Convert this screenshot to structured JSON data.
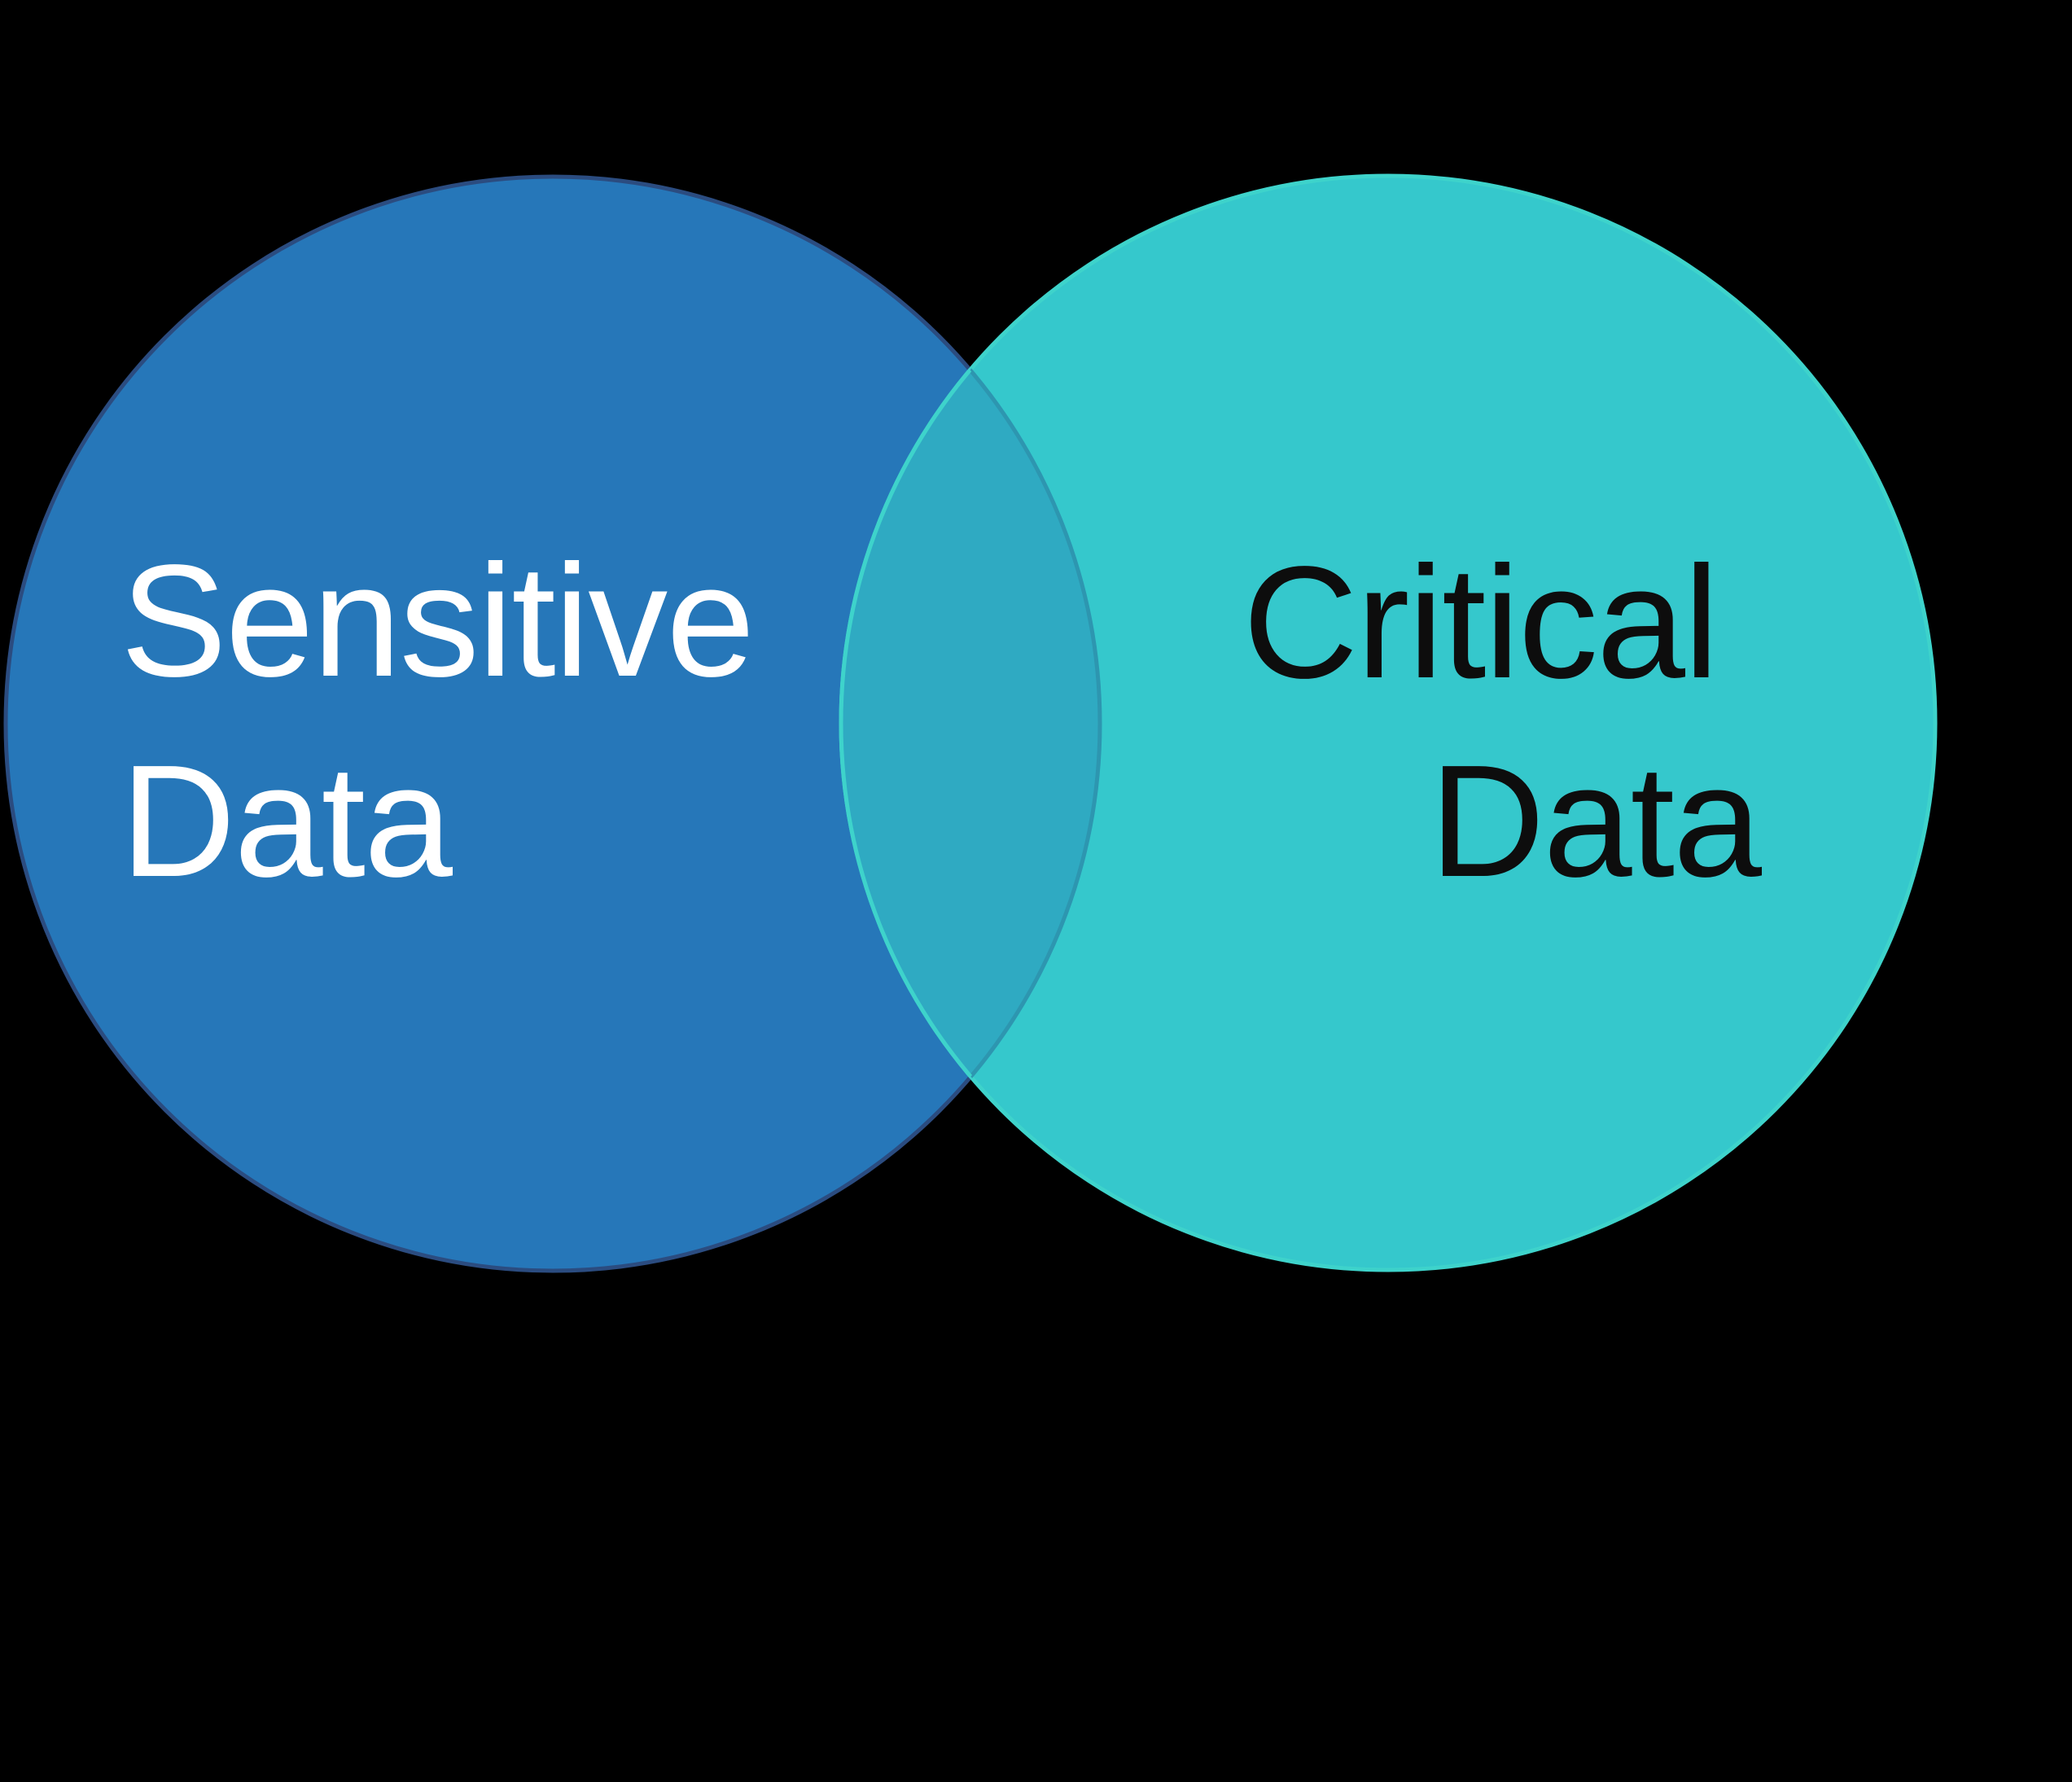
{
  "diagram": {
    "type": "venn-2-circle",
    "background_color": "#000000",
    "left_circle": {
      "label_line1": "Sensitive",
      "label_line2": "Data",
      "fill": "#2677B9",
      "border_color": "#2B4C80",
      "text_color": "#FFFFFF"
    },
    "right_circle": {
      "label_line1": "Critical",
      "label_line2": "Data",
      "fill": "#35C8CC",
      "border_color": "#3ED3CB",
      "text_color": "#0D0D0D"
    },
    "overlap": {
      "fill": "#2FAAC2",
      "left_arc_border_color": "#2D96B0"
    }
  }
}
